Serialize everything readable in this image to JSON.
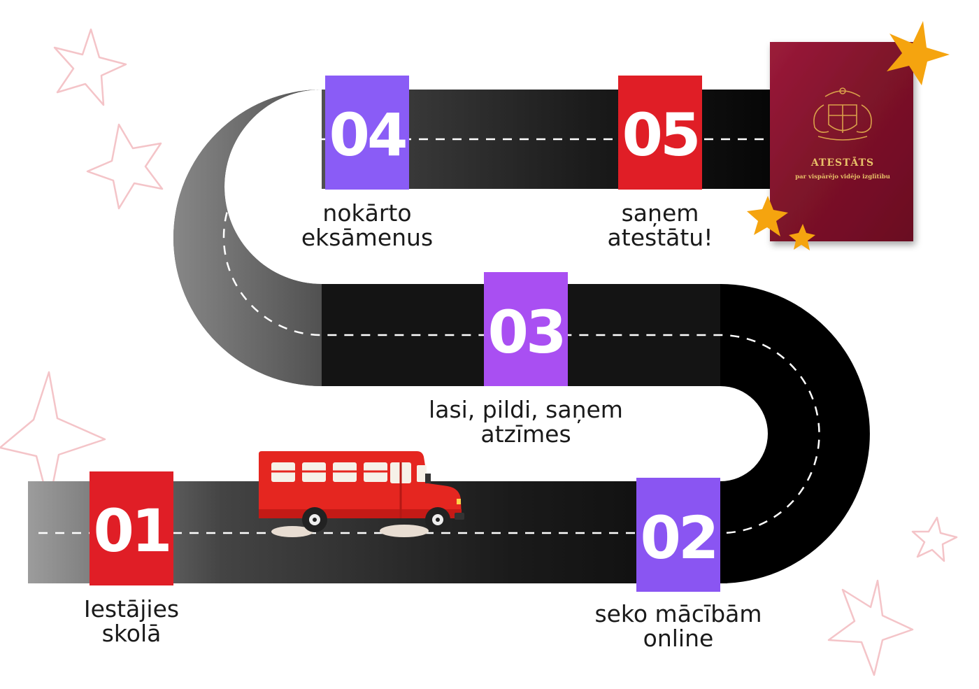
{
  "steps": [
    {
      "number": "01",
      "label_line1": "Iestājies",
      "label_line2": "skolā",
      "color": "#e01e26"
    },
    {
      "number": "02",
      "label_line1": "seko mācībām",
      "label_line2": "online",
      "color": "#8a55f2"
    },
    {
      "number": "03",
      "label_line1": "lasi, pildi, saņem",
      "label_line2": "atzīmes",
      "color": "#a94ff2"
    },
    {
      "number": "04",
      "label_line1": "nokārto",
      "label_line2": "eksāmenus",
      "color": "#8a5cf6"
    },
    {
      "number": "05",
      "label_line1": "saņem",
      "label_line2": "atestātu!",
      "color": "#e01e26"
    }
  ],
  "certificate": {
    "title": "ATESTĀTS",
    "subtitle": "par vispārējo vidējo izglītību",
    "color": "#8b1530"
  },
  "icons": {
    "vehicle": "bus-icon",
    "stars": "star-icon"
  },
  "colors": {
    "road": "#111111",
    "road_fade": "#9a9a9a",
    "dashes": "#ffffff",
    "star_gold": "#f5a40f",
    "star_outline": "#f4c4c8",
    "bus": "#e52620"
  }
}
